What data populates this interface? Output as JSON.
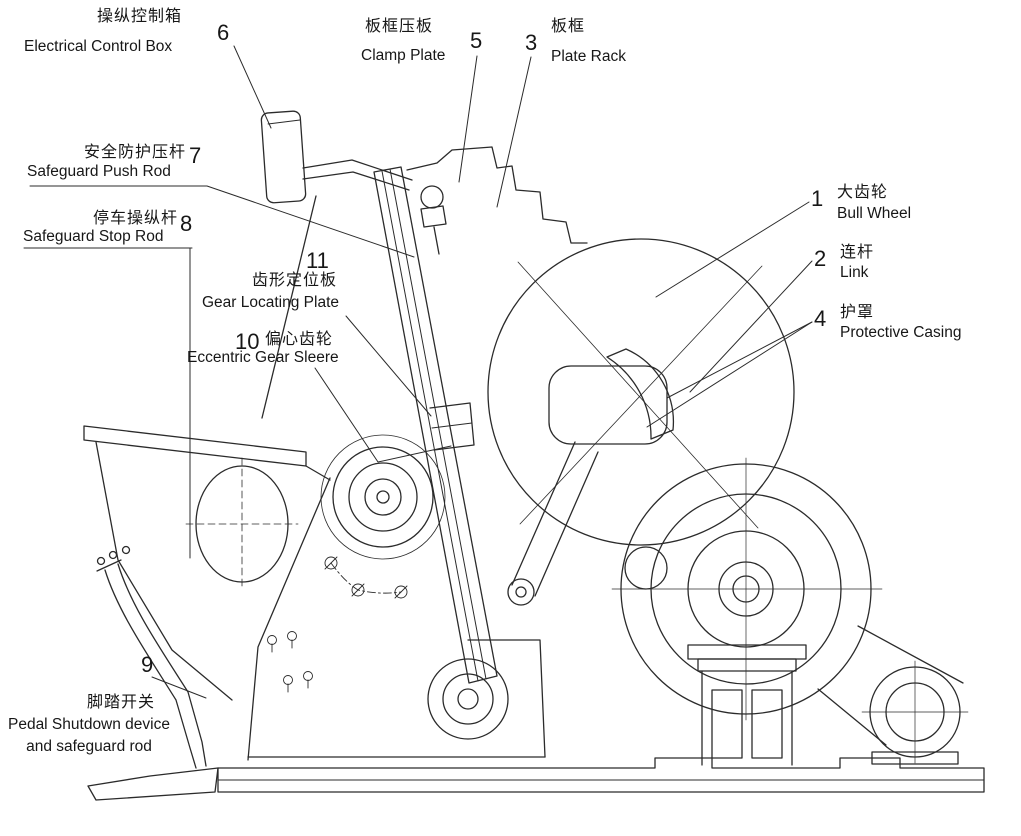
{
  "figure": {
    "background": "#ffffff",
    "line_color": "#2b2b2b",
    "text_color": "#171717"
  },
  "labels": {
    "part1": {
      "num": "1",
      "zh": "大齿轮",
      "en": "Bull Wheel"
    },
    "part2": {
      "num": "2",
      "zh": "连杆",
      "en": "Link"
    },
    "part3": {
      "num": "3",
      "zh": "板框",
      "en": "Plate Rack"
    },
    "part4": {
      "num": "4",
      "zh": "护罩",
      "en": "Protective Casing"
    },
    "part5": {
      "num": "5",
      "zh": "板框压板",
      "en": "Clamp Plate"
    },
    "part6": {
      "num": "6",
      "zh": "操纵控制箱",
      "en": "Electrical Control Box"
    },
    "part7": {
      "num": "7",
      "zh": "安全防护压杆",
      "en": "Safeguard Push Rod"
    },
    "part8": {
      "num": "8",
      "zh": "停车操纵杆",
      "en": "Safeguard Stop Rod"
    },
    "part9": {
      "num": "9",
      "zh": "脚踏开关",
      "en": "Pedal Shutdown device and safeguard rod"
    },
    "part10": {
      "num": "10",
      "zh": "偏心齿轮",
      "en": "Eccentric Gear Sleere"
    },
    "part11": {
      "num": "11",
      "zh": "齿形定位板",
      "en": "Gear Locating Plate"
    }
  }
}
